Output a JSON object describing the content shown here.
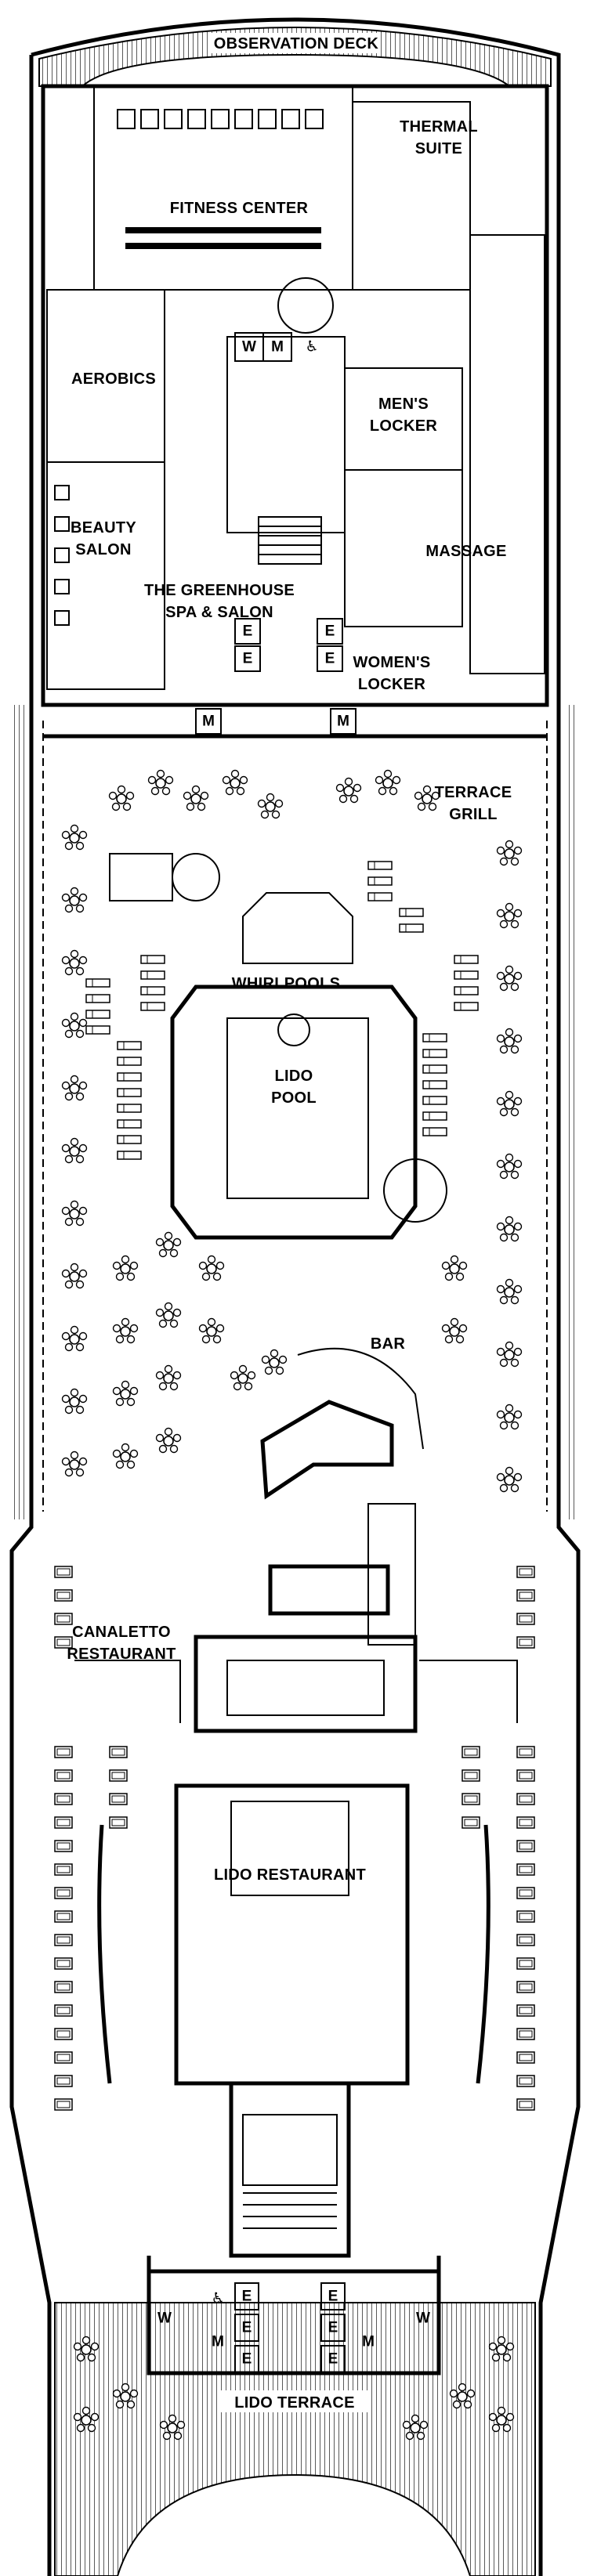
{
  "labels": {
    "observation_deck": "OBSERVATION DECK",
    "thermal_suite_1": "THERMAL",
    "thermal_suite_2": "SUITE",
    "fitness_center": "FITNESS CENTER",
    "aerobics": "AEROBICS",
    "mens_locker_1": "MEN'S",
    "mens_locker_2": "LOCKER",
    "beauty_salon_1": "BEAUTY",
    "beauty_salon_2": "SALON",
    "massage": "MASSAGE",
    "greenhouse_1": "THE GREENHOUSE",
    "greenhouse_2": "SPA & SALON",
    "womens_locker_1": "WOMEN'S",
    "womens_locker_2": "LOCKER",
    "terrace_grill_1": "TERRACE",
    "terrace_grill_2": "GRILL",
    "whirlpools": "WHIRLPOOLS",
    "lido_pool_1": "LIDO",
    "lido_pool_2": "POOL",
    "bar": "BAR",
    "canaletto_1": "CANALETTO",
    "canaletto_2": "RESTAURANT",
    "lido_restaurant": "LIDO RESTAURANT",
    "lido_terrace": "LIDO TERRACE"
  },
  "codes": {
    "w": "W",
    "m": "M",
    "e": "E",
    "accessible": "♿"
  }
}
